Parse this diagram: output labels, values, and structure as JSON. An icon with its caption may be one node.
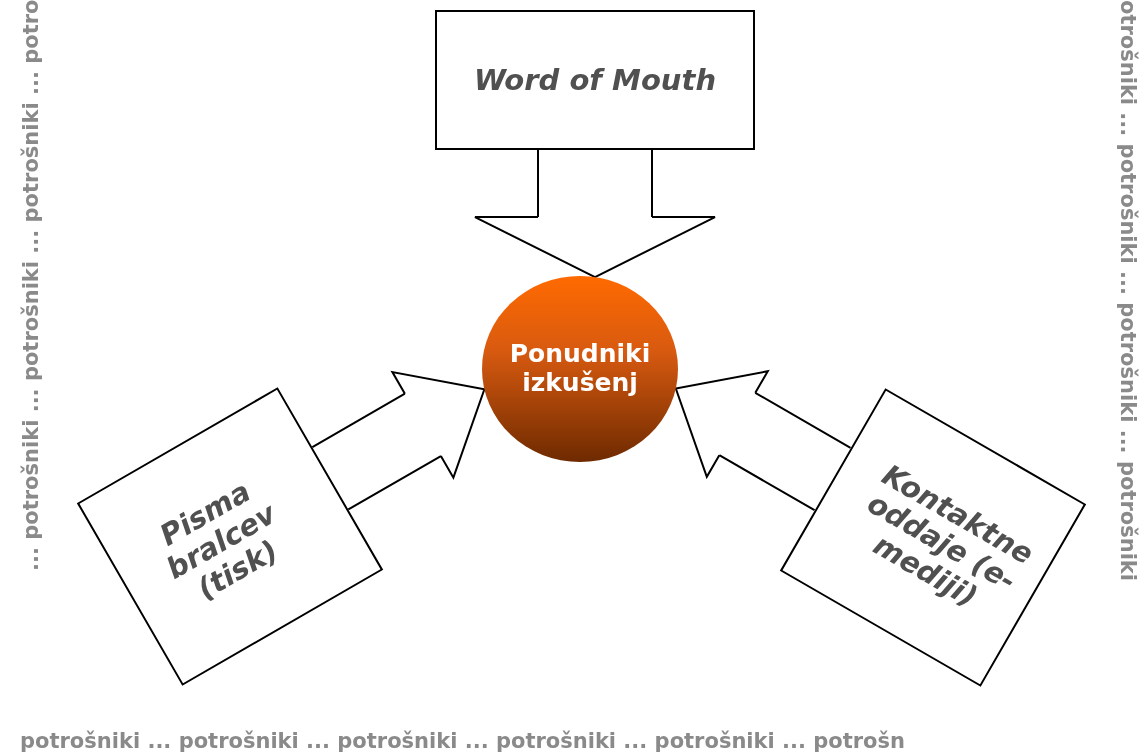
{
  "diagram": {
    "nodes": [
      {
        "text": [
          "Word of Mouth"
        ]
      },
      {
        "text": [
          "Ponudniki izkušenj"
        ]
      },
      {
        "text": [
          "Pisma bralcev (tisk)"
        ]
      },
      {
        "text": [
          "Kontaktne oddaje (e-mediji)"
        ]
      }
    ],
    "edges": [
      {
        "from": 0,
        "to": 1,
        "arrow": "to"
      },
      {
        "from": 2,
        "to": 1,
        "arrow": "to"
      },
      {
        "from": 3,
        "to": 1,
        "arrow": "to"
      }
    ],
    "labels": [
      "... potrošniki ... potrošniki ... potrošniki ... potro",
      "otrošniki ... potrošniki ... potrošniki ... potrošniki",
      "potrošniki ... potrošniki ... potrošniki ... potrošniki ... potrošniki ... potrošn"
    ]
  }
}
